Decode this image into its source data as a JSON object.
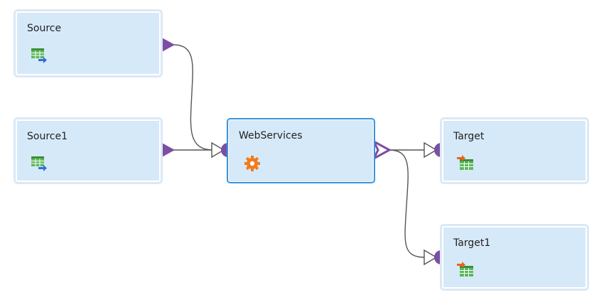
{
  "diagram": {
    "nodes": [
      {
        "id": "source",
        "label": "Source",
        "kind": "source",
        "icon": "source-table-icon"
      },
      {
        "id": "source1",
        "label": "Source1",
        "kind": "source",
        "icon": "source-table-icon"
      },
      {
        "id": "webservices",
        "label": "WebServices",
        "kind": "transform",
        "icon": "gear-icon",
        "selected": true
      },
      {
        "id": "target",
        "label": "Target",
        "kind": "target",
        "icon": "target-table-icon"
      },
      {
        "id": "target1",
        "label": "Target1",
        "kind": "target",
        "icon": "target-table-icon"
      }
    ],
    "links": [
      {
        "from": "source",
        "to": "webservices"
      },
      {
        "from": "source1",
        "to": "webservices"
      },
      {
        "from": "webservices",
        "to": "target"
      },
      {
        "from": "webservices",
        "to": "target1"
      }
    ],
    "colors": {
      "node_fill": "#d6e9f9",
      "node_outline": "#dbe9f4",
      "selected_outline": "#3b93dc",
      "port": "#7a4fa3",
      "link": "#555555",
      "gear": "#f07c1c",
      "table_green": "#5cb85c",
      "arrow_blue": "#2f6fd6",
      "arrow_orange": "#f0621c"
    }
  }
}
